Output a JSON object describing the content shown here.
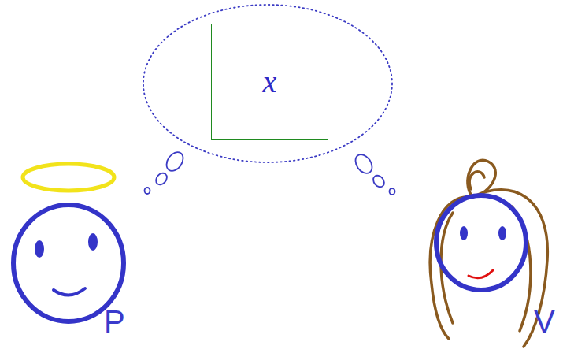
{
  "diagram": {
    "nodes": [
      {
        "text": [
          "x"
        ]
      }
    ],
    "labels": [
      "P",
      "V"
    ]
  }
}
